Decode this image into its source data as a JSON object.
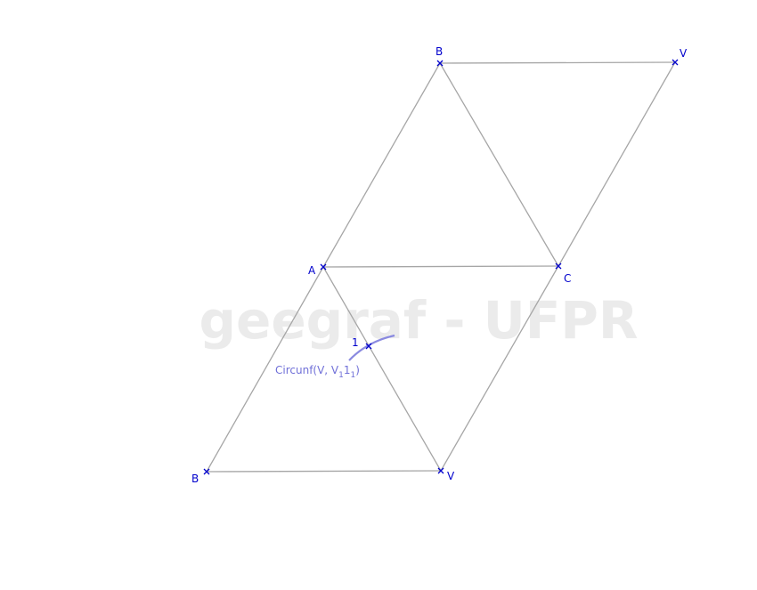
{
  "watermark": "geegraf - UFPR",
  "points": {
    "B_top": "B",
    "V_top": "V",
    "A": "A",
    "C": "C",
    "one": "1",
    "B_bottom": "B",
    "V_bottom": "V"
  },
  "arc_label": {
    "prefix": "Circunf(V, V",
    "sub1": "1",
    "mid": "1",
    "sub2": "1",
    "suffix": ")"
  },
  "colors": {
    "point": "#0000cc",
    "segment": "#a6a6a6",
    "arc": "#8a8ae0",
    "watermark": "#ebebeb"
  }
}
